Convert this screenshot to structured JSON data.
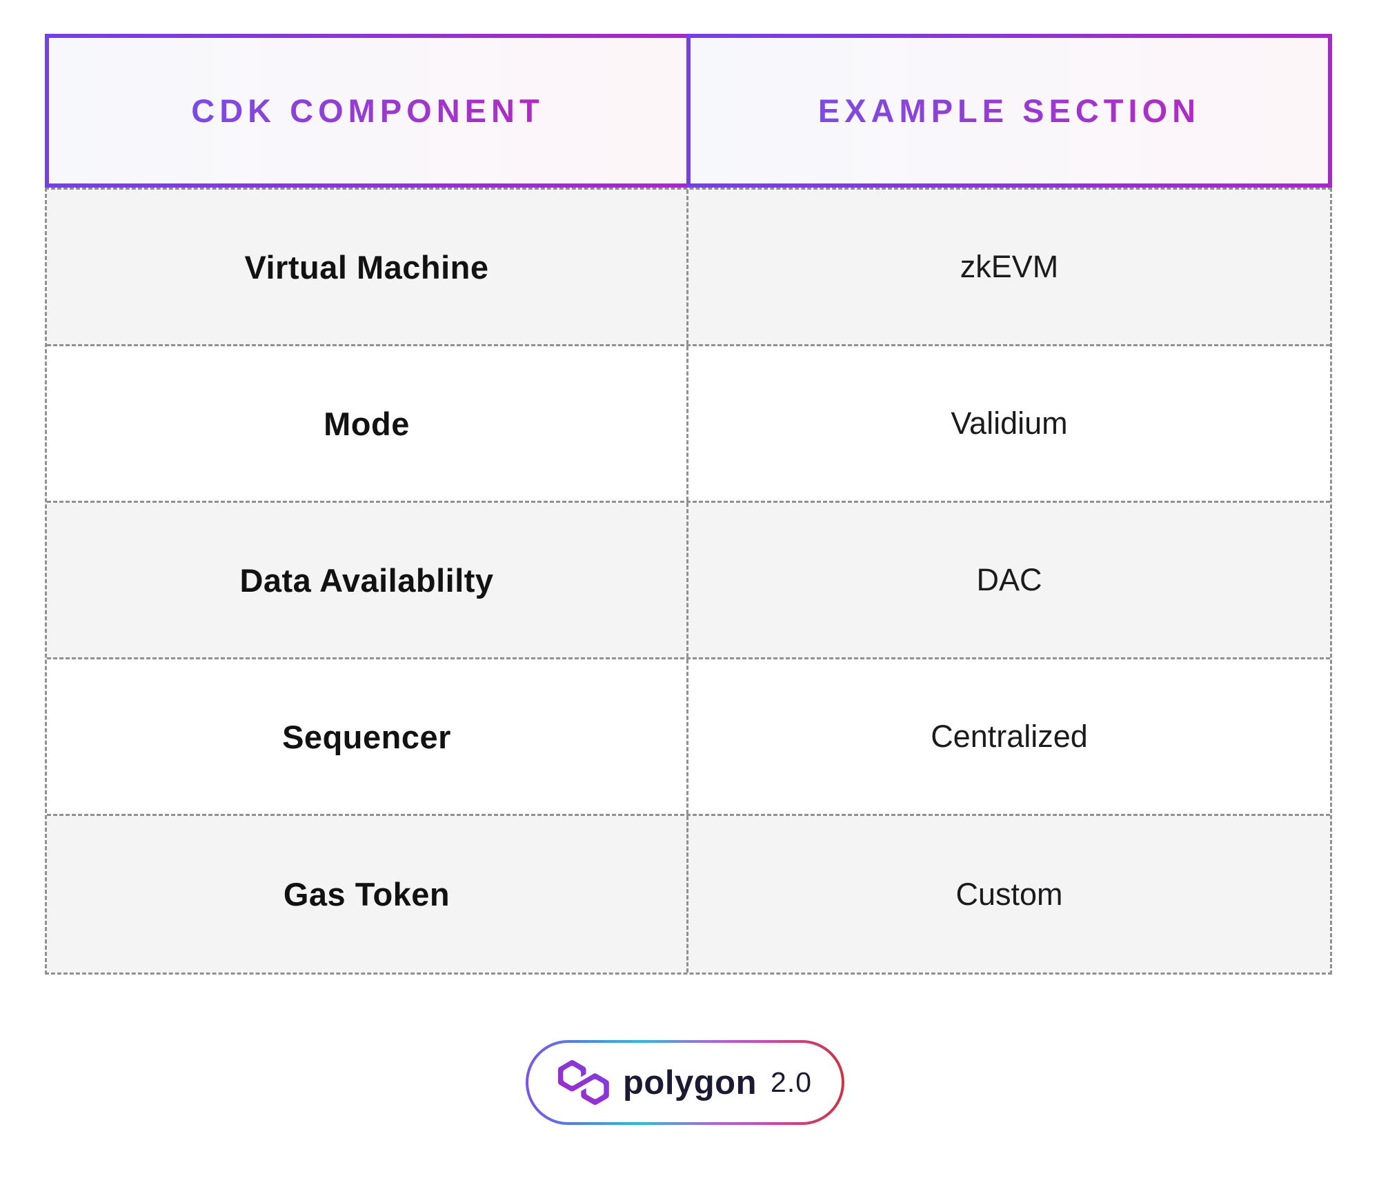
{
  "table": {
    "headers": [
      "CDK COMPONENT",
      "EXAMPLE SECTION"
    ],
    "rows": [
      {
        "component": "Virtual Machine",
        "example": "zkEVM"
      },
      {
        "component": "Mode",
        "example": "Validium"
      },
      {
        "component": "Data Availablilty",
        "example": "DAC"
      },
      {
        "component": "Sequencer",
        "example": "Centralized"
      },
      {
        "component": "Gas Token",
        "example": "Custom"
      }
    ]
  },
  "logo": {
    "brand": "polygon",
    "version": "2.0"
  },
  "colors": {
    "accent-violet": "#7440e2",
    "accent-magenta": "#a827c8",
    "header-text-start": "#7d4be4",
    "header-text-end": "#b02bc3",
    "header-bg-start": "#f7f8fc",
    "header-bg-end": "#fdf6f9",
    "row-gray": "#f4f4f4",
    "dash-gray": "#909090",
    "logo-mark-start": "#a229c5",
    "logo-mark-end": "#7b3fe4",
    "logo-text": "#1c1a33"
  }
}
